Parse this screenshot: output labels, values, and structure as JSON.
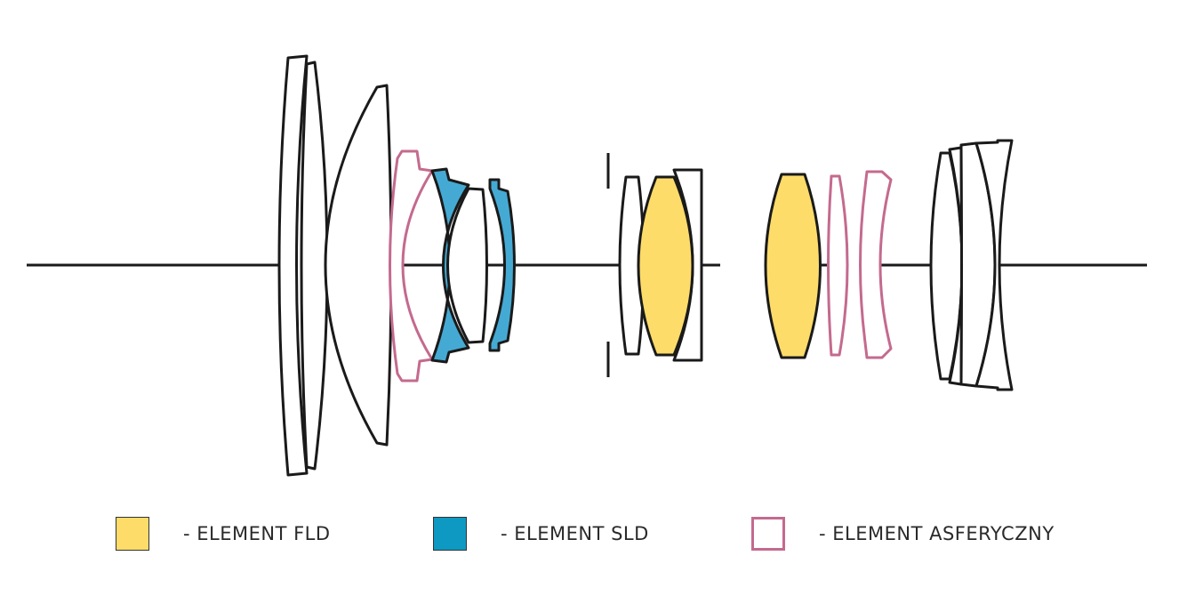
{
  "colors": {
    "fld": "#FDDC6A",
    "sld": "#45AAD3",
    "aspheric": "#C46A8E",
    "plain": "#1a1a1a"
  },
  "legend": [
    {
      "label": "- ELEMENT FLD",
      "swatch_fill": "#FDDC6A",
      "swatch_border": "#333333"
    },
    {
      "label": "- ELEMENT SLD",
      "swatch_fill": "#0E99C3",
      "swatch_border": "#333333"
    },
    {
      "label": "- ELEMENT ASFERYCZNY",
      "swatch_fill": "#FFFFFF",
      "swatch_border": "#C46A8E"
    }
  ]
}
